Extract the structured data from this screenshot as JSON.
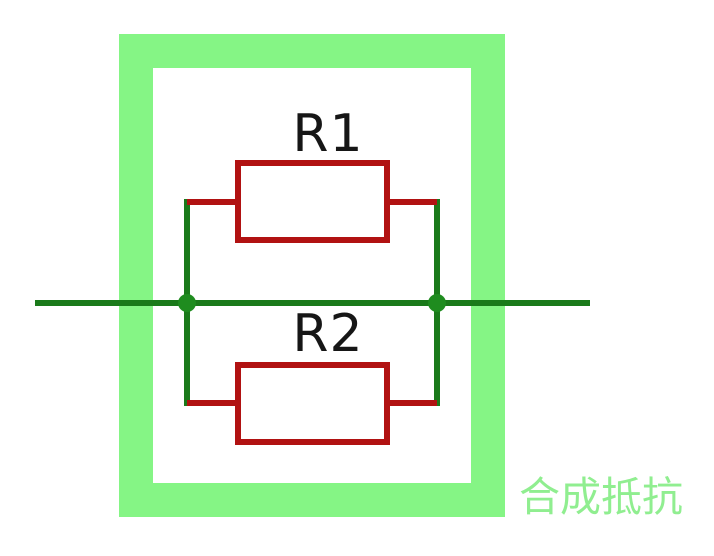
{
  "diagram": {
    "type": "circuit-schematic",
    "description": "Two resistors connected in parallel between two junction nodes on a horizontal wire, enclosed by a light green highlight frame",
    "components": [
      {
        "id": "R1",
        "kind": "resistor",
        "label": "R1"
      },
      {
        "id": "R2",
        "kind": "resistor",
        "label": "R2"
      }
    ],
    "nodes": [
      {
        "id": "left-junction",
        "kind": "junction-dot"
      },
      {
        "id": "right-junction",
        "kind": "junction-dot"
      }
    ],
    "caption": "合成抵抗"
  },
  "labels": {
    "r1": "R1",
    "r2": "R2",
    "caption": "合成抵抗"
  },
  "colors": {
    "background": "#ffffff",
    "frame-green": "#85f585",
    "wire-green": "#1a7a1a",
    "node-green": "#1f8c1f",
    "resistor-red": "#b11212",
    "label-black": "#161616",
    "caption-green": "#90ee90"
  }
}
